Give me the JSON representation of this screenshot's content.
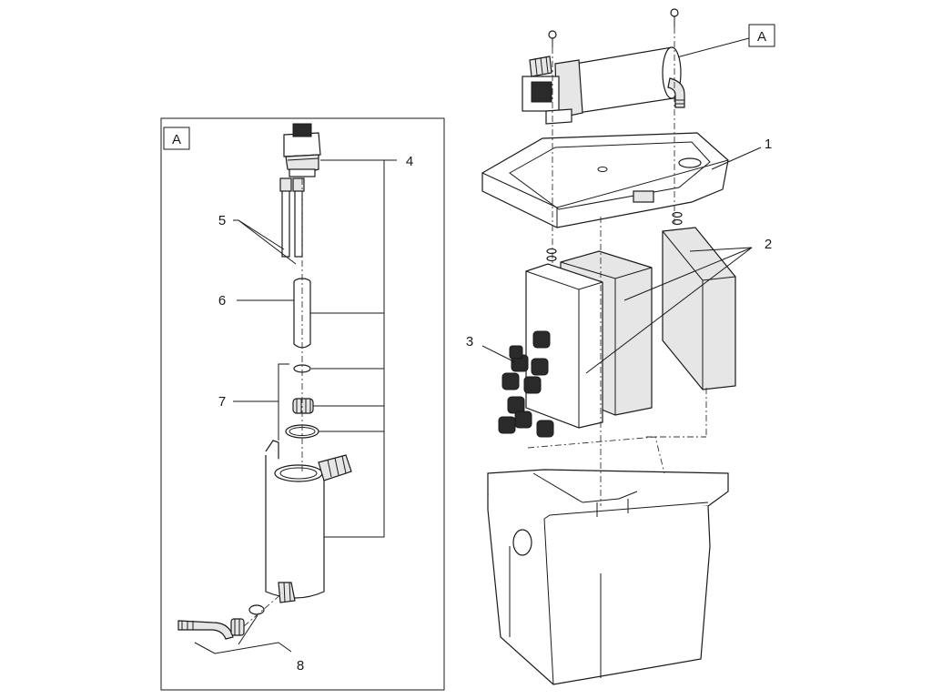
{
  "inset": {
    "tag": "A"
  },
  "callout_tag": "A",
  "labels": {
    "n1": "1",
    "n2": "2",
    "n3": "3",
    "n4": "4",
    "n5": "5",
    "n6": "6",
    "n7": "7",
    "n8": "8"
  },
  "colors": {
    "line": "#1a1a1a",
    "foam": "#e6e6e6",
    "background": "#ffffff"
  }
}
